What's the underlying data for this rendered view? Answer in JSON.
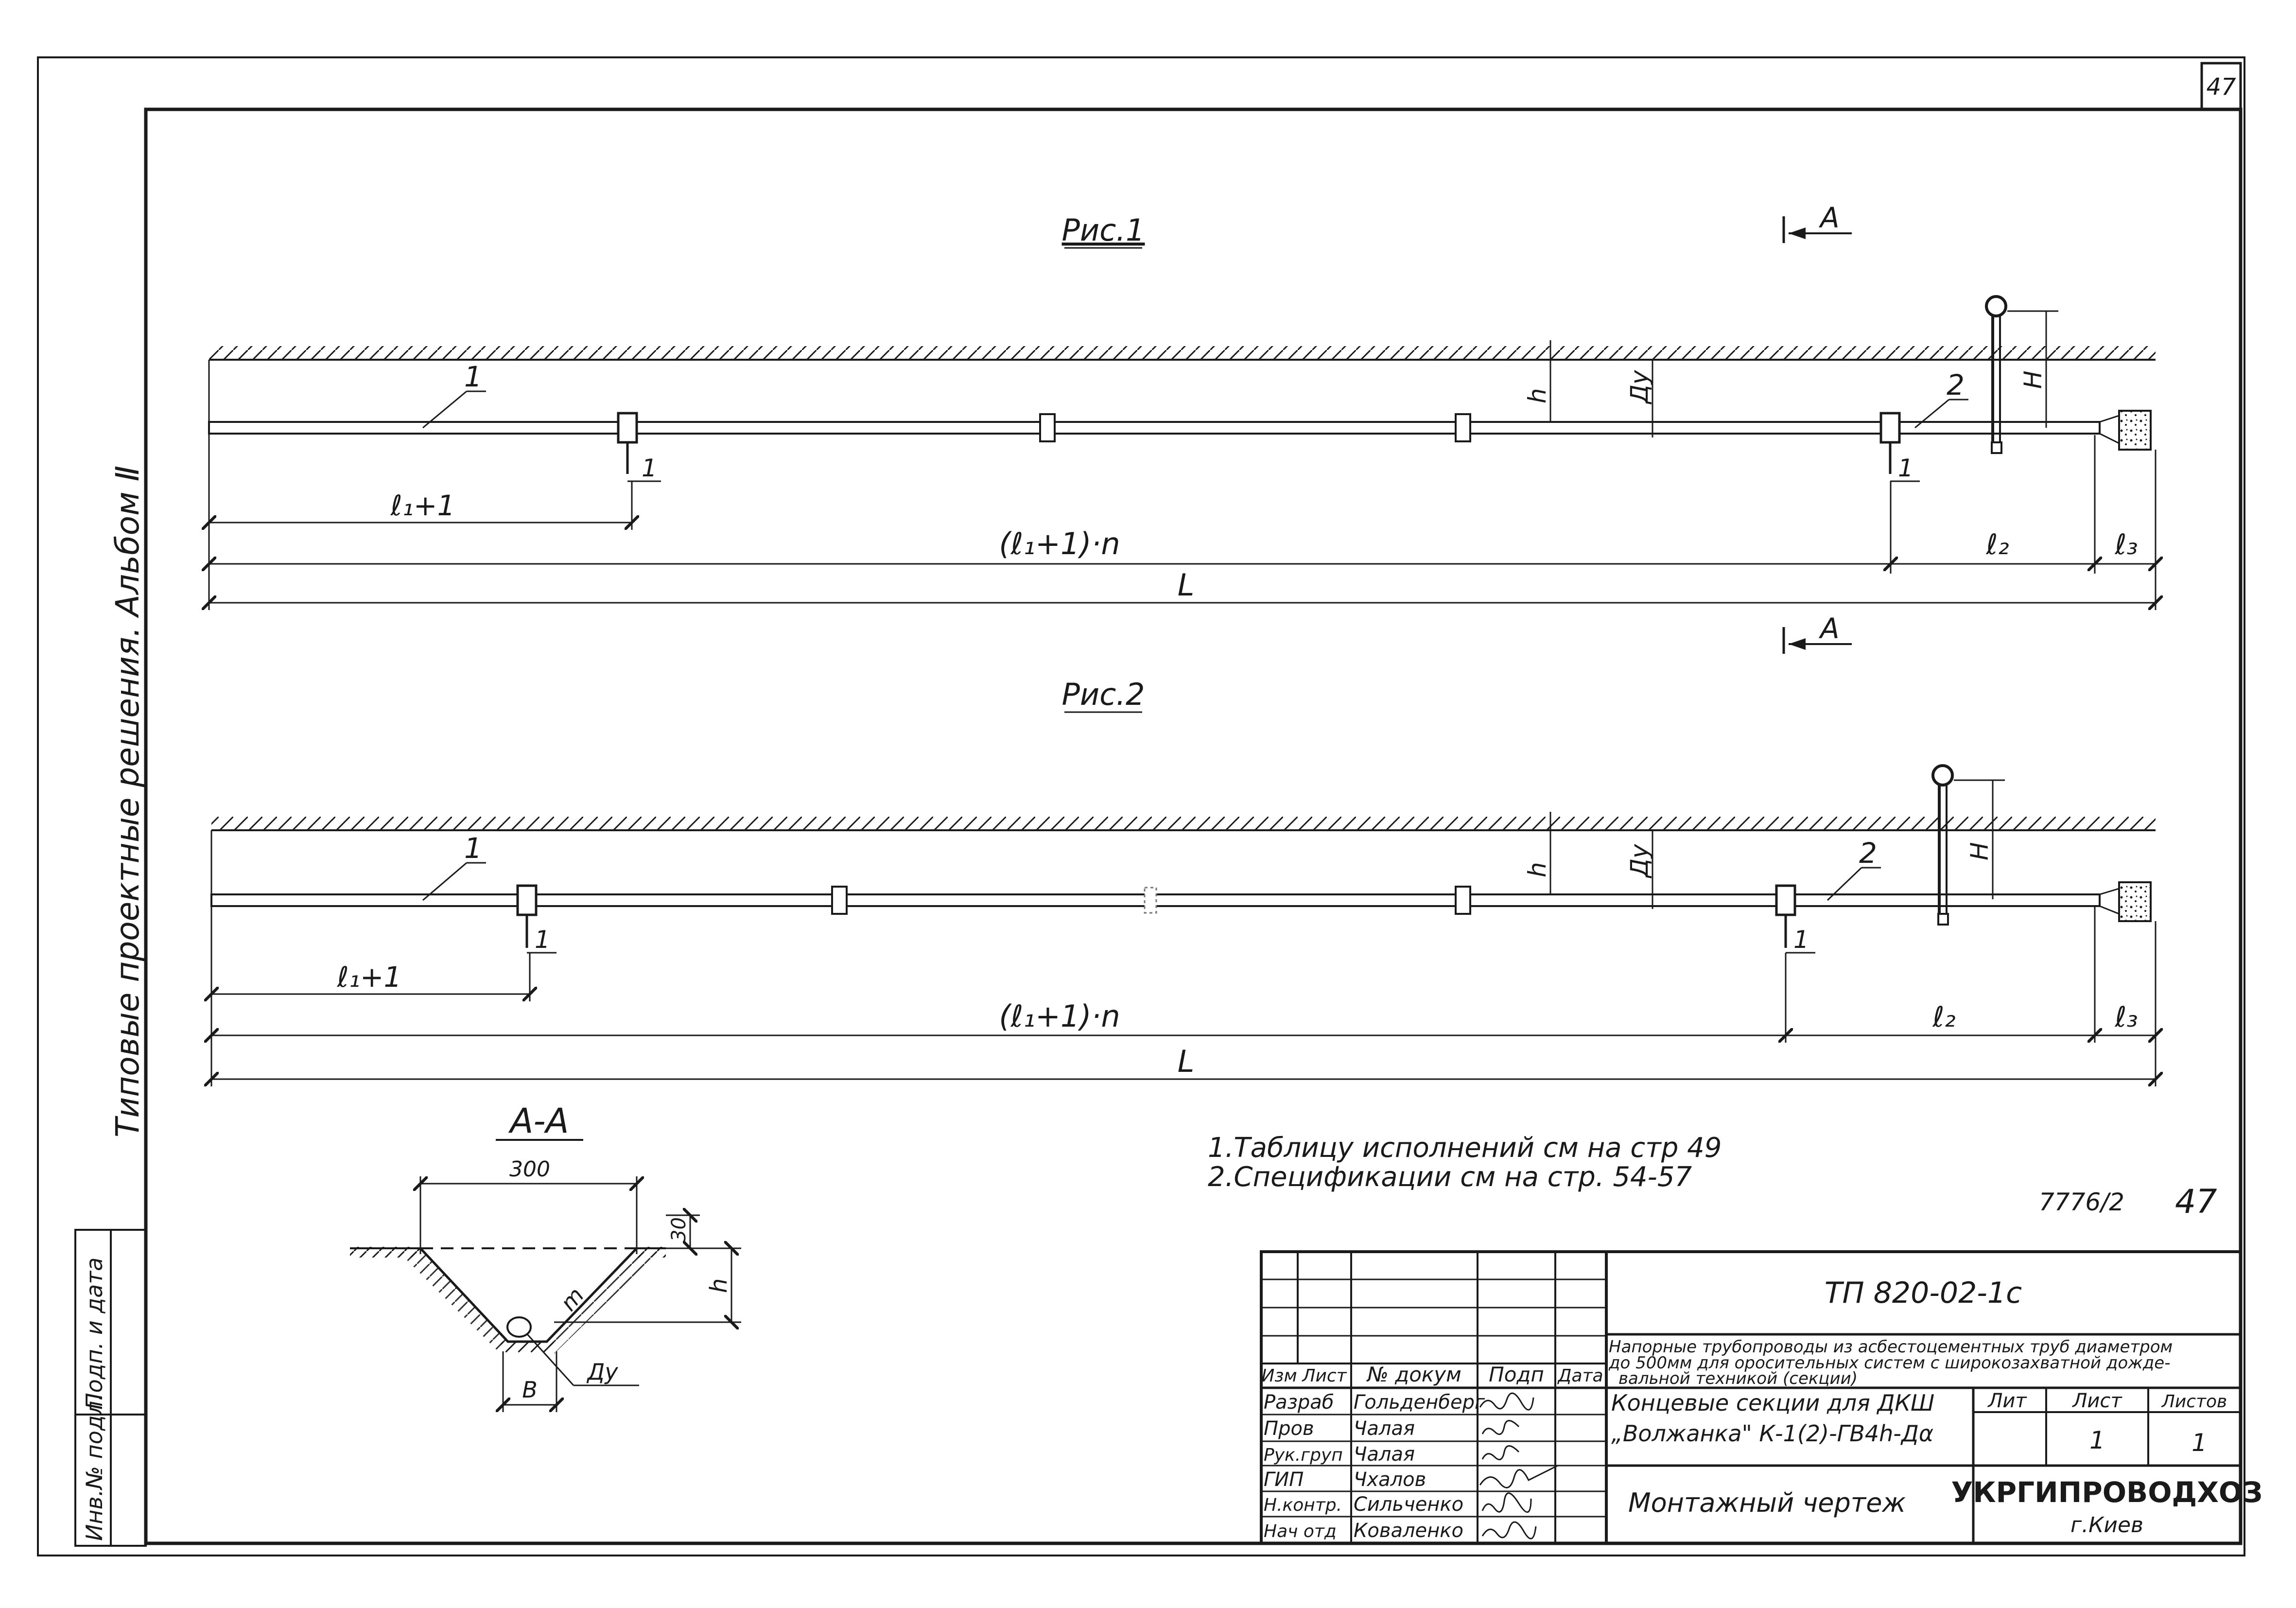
{
  "page_number": "47",
  "album_note": "Типовые проектные решения. Альбом Ⅱ",
  "left_stamp": {
    "inv_podl": "Инв.№ подл.",
    "podp_data": "Подп. и дата"
  },
  "fig1": {
    "title": "Рис.1",
    "section_mark": "А",
    "pos1": "1",
    "pos2": "2",
    "label_h": "h",
    "label_du": "Ду",
    "label_H": "H",
    "clamp_label": "1",
    "clamp_label_right": "1",
    "dim_l1": "ℓ₁+1",
    "dim_total_n": "(ℓ₁+1)·n",
    "dim_l2": "ℓ₂",
    "dim_l3": "ℓ₃",
    "dim_L": "L"
  },
  "fig2": {
    "title": "Рис.2",
    "pos1": "1",
    "pos2": "2",
    "label_h": "h",
    "label_du": "Ду",
    "label_H": "H",
    "clamp_label": "1",
    "clamp_label_right": "1",
    "dim_l1": "ℓ₁+1",
    "dim_total_n": "(ℓ₁+1)·n",
    "dim_l2": "ℓ₂",
    "dim_l3": "ℓ₃",
    "dim_L": "L"
  },
  "section_aa": {
    "title": "А-А",
    "width": "300",
    "depth": "30",
    "label_h": "h",
    "label_m": "m",
    "label_B": "B",
    "label_du": "Ду"
  },
  "notes": [
    "1.Таблицу исполнений см на стр 49",
    "2.Спецификации см на стр. 54-57"
  ],
  "archive_number": "7776/2",
  "archive_page": "47",
  "title_block": {
    "doc_code": "ТП 820-02-1с",
    "description_line1": "Напорные трубопроводы из асбестоцементных труб диаметром",
    "description_line2": "до 500мм для оросительных систем с широкозахватной дожде-",
    "description_line3": "вальной техникой (секции)",
    "sheet_title_line1": "Концевые секции для ДКШ",
    "sheet_title_line2": "„Волжанка\" К-1(2)-ГВ4h-Дα",
    "drawing_type": "Монтажный чертеж",
    "organization": "УКРГИПРОВОДХОЗ",
    "city": "г.Киев",
    "col_headers": [
      "Изм",
      "Лист",
      "№ докум",
      "Подп",
      "Дата"
    ],
    "roles": [
      {
        "role": "Разраб",
        "name": "Гольденберг"
      },
      {
        "role": "Пров",
        "name": "Чалая"
      },
      {
        "role": "Рук.груп",
        "name": "Чалая"
      },
      {
        "role": "ГИП",
        "name": "Чхалов"
      },
      {
        "role": "Н.контр.",
        "name": "Сильченко"
      },
      {
        "role": "Нач отд",
        "name": "Коваленко"
      }
    ],
    "lit_label": "Лит",
    "list_label": "Лист",
    "listov_label": "Листов",
    "list_value": "1",
    "listov_value": "1"
  }
}
